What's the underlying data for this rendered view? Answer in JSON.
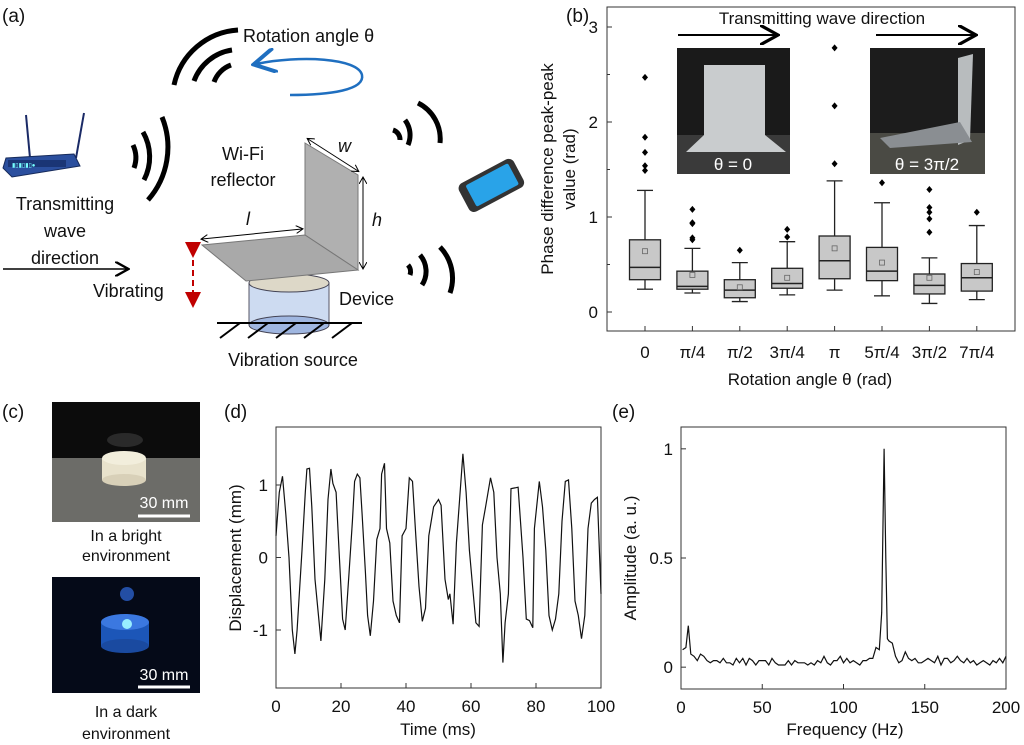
{
  "panel_labels": {
    "a": "(a)",
    "b": "(b)",
    "c": "(c)",
    "d": "(d)",
    "e": "(e)"
  },
  "schematic": {
    "rotation_label": "Rotation angle θ",
    "reflector_label_1": "Wi-Fi",
    "reflector_label_2": "reflector",
    "tx_label_1": "Transmitting",
    "tx_label_2": "wave",
    "tx_label_3": "direction",
    "vibrating_label": "Vibrating",
    "device_label": "Device",
    "source_label": "Vibration source",
    "dim_w": "w",
    "dim_h": "h",
    "dim_l": "l",
    "colors": {
      "rotation_arrow": "#1f6fc0",
      "vibrate_arrow": "#c00000",
      "reflector": "#a9a9a9",
      "cylinder": "#c8d8f0"
    }
  },
  "photos_c": {
    "scale_top": "30 mm",
    "scale_bottom": "30 mm",
    "caption_top_1": "In a bright",
    "caption_top_2": "environment",
    "caption_bottom_1": "In a dark",
    "caption_bottom_2": "environment"
  },
  "chart_data": [
    {
      "id": "b",
      "type": "box",
      "title": "",
      "annotation": "Transmitting wave direction",
      "inset_left_label": "θ = 0",
      "inset_right_label": "θ = 3π/2",
      "xlabel": "Rotation angle θ (rad)",
      "ylabel_1": "Phase difference peak-peak",
      "ylabel_2": "value  (rad)",
      "ylim": [
        -0.2,
        3.2
      ],
      "yticks": [
        "0",
        "1",
        "2",
        "3"
      ],
      "categories": [
        "0",
        "π/4",
        "π/2",
        "3π/4",
        "π",
        "5π/4",
        "3π/2",
        "7π/4"
      ],
      "boxes": [
        {
          "min": 0.24,
          "q1": 0.34,
          "median": 0.47,
          "q3": 0.76,
          "max": 1.28,
          "mean": 0.64,
          "outliers": [
            2.47,
            1.84,
            1.68,
            1.54,
            1.49
          ]
        },
        {
          "min": 0.2,
          "q1": 0.24,
          "median": 0.27,
          "q3": 0.43,
          "max": 0.67,
          "mean": 0.39,
          "outliers": [
            1.08,
            0.94,
            0.93,
            0.78,
            0.76
          ]
        },
        {
          "min": 0.11,
          "q1": 0.15,
          "median": 0.23,
          "q3": 0.34,
          "max": 0.52,
          "mean": 0.26,
          "outliers": [
            0.65
          ]
        },
        {
          "min": 0.18,
          "q1": 0.25,
          "median": 0.3,
          "q3": 0.46,
          "max": 0.74,
          "mean": 0.36,
          "outliers": [
            0.87,
            0.79
          ]
        },
        {
          "min": 0.23,
          "q1": 0.35,
          "median": 0.54,
          "q3": 0.8,
          "max": 1.38,
          "mean": 0.67,
          "outliers": [
            2.78,
            2.17,
            1.56
          ]
        },
        {
          "min": 0.17,
          "q1": 0.33,
          "median": 0.43,
          "q3": 0.68,
          "max": 1.15,
          "mean": 0.52,
          "outliers": [
            1.36
          ]
        },
        {
          "min": 0.09,
          "q1": 0.19,
          "median": 0.28,
          "q3": 0.4,
          "max": 0.57,
          "mean": 0.36,
          "outliers": [
            1.29,
            1.1,
            1.05,
            0.98,
            0.84
          ]
        },
        {
          "min": 0.13,
          "q1": 0.22,
          "median": 0.36,
          "q3": 0.51,
          "max": 0.91,
          "mean": 0.42,
          "outliers": [
            1.05
          ]
        }
      ],
      "colors": {
        "box": "#c8c8c8",
        "edge": "#222222"
      }
    },
    {
      "id": "d",
      "type": "line",
      "xlabel": "Time (ms)",
      "ylabel": "Displacement (mm)",
      "xlim": [
        0,
        100
      ],
      "ylim": [
        -1.8,
        1.8
      ],
      "xticks": [
        "0",
        "20",
        "40",
        "60",
        "80",
        "100"
      ],
      "yticks": [
        "-1",
        "0",
        "1"
      ],
      "x": [
        0,
        1,
        2,
        3,
        4,
        5,
        5.8,
        6.5,
        8,
        9,
        9.5,
        10.3,
        11,
        12,
        13.8,
        15,
        16,
        16.9,
        17.5,
        18.5,
        19.5,
        20.5,
        21.3,
        22.5,
        23.5,
        24.2,
        25,
        25.8,
        26.5,
        27.5,
        28.2,
        29,
        30,
        31,
        32,
        32.5,
        33.4,
        34,
        35,
        36,
        37,
        38,
        38.8,
        40,
        41,
        42,
        43,
        44,
        45,
        46,
        47,
        48.5,
        50,
        50.8,
        52,
        53,
        53.5,
        54.5,
        55.5,
        56.5,
        57.5,
        58.5,
        59.5,
        60.5,
        61.5,
        62.5,
        63.5,
        64.5,
        66,
        67,
        68,
        69,
        69.8,
        70.5,
        71.5,
        72.3,
        73.5,
        74.5,
        76,
        77,
        78,
        79,
        79.5,
        81,
        82,
        83,
        84,
        85,
        86,
        87,
        88,
        89,
        90,
        91,
        92,
        93,
        94,
        95,
        96,
        97,
        98,
        98.9,
        100
      ],
      "y": [
        0.3,
        0.9,
        1.12,
        0.6,
        0,
        -1.0,
        -1.33,
        -1.0,
        0.1,
        0.9,
        1.22,
        1.23,
        0.7,
        -0.3,
        -1.15,
        -0.3,
        0.8,
        1.22,
        1.02,
        0.9,
        0,
        -0.85,
        -1.0,
        -0.2,
        0.5,
        1.05,
        1.15,
        1.1,
        0.6,
        -0.2,
        -0.8,
        -1.08,
        -0.6,
        0.25,
        0.4,
        1.15,
        1.3,
        0.4,
        0.2,
        -0.6,
        -0.8,
        -0.9,
        0.3,
        0.4,
        1.1,
        1.05,
        0.3,
        -0.4,
        -0.88,
        -0.7,
        0.3,
        0.7,
        0.8,
        0.72,
        -0.3,
        -0.58,
        -0.5,
        -0.92,
        0.2,
        0.8,
        1.43,
        0.9,
        0.1,
        -0.4,
        -0.9,
        -0.95,
        0.45,
        0.7,
        1.1,
        0.9,
        0,
        -0.5,
        -1.45,
        -0.9,
        -0.5,
        0.95,
        0.96,
        0.97,
        0,
        -0.85,
        -0.87,
        -0.97,
        0.4,
        1.05,
        0.7,
        0.1,
        -0.8,
        -1.0,
        -0.85,
        -0.5,
        0.5,
        1.05,
        1.07,
        0.4,
        -0.6,
        -0.8,
        -1.12,
        -0.8,
        0.4,
        0.75,
        0.8,
        0.83,
        -0.5
      ]
    },
    {
      "id": "e",
      "type": "line",
      "xlabel": "Frequency (Hz)",
      "ylabel": "Amplitude (a. u.)",
      "xlim": [
        0,
        200
      ],
      "ylim": [
        -0.1,
        1.1
      ],
      "xticks": [
        "0",
        "50",
        "100",
        "150",
        "200"
      ],
      "yticks": [
        "0",
        "0.5",
        "1"
      ],
      "x": [
        1,
        3,
        4.5,
        6,
        8,
        10,
        12,
        14,
        16,
        18,
        20,
        22,
        24,
        26,
        28,
        30,
        32,
        34,
        36,
        38,
        40,
        42,
        44,
        46,
        48,
        50,
        52,
        54,
        56,
        58,
        60,
        62,
        64,
        66,
        68,
        70,
        72,
        74,
        76,
        78,
        80,
        82,
        84,
        86,
        88,
        90,
        92,
        94,
        96,
        98,
        100,
        102,
        104,
        106,
        108,
        110,
        112,
        114,
        116,
        118,
        120,
        122,
        123.5,
        125,
        126,
        127,
        128,
        130,
        132,
        134,
        136,
        138,
        140,
        142,
        144,
        146,
        148,
        150,
        152,
        154,
        156,
        158,
        160,
        162,
        164,
        166,
        168,
        170,
        172,
        174,
        176,
        178,
        180,
        182,
        184,
        186,
        188,
        190,
        192,
        194,
        196,
        198,
        200
      ],
      "y": [
        0.08,
        0.09,
        0.19,
        0.06,
        0.05,
        0.03,
        0.06,
        0.05,
        0.03,
        0.02,
        0.03,
        0.03,
        0.02,
        0.04,
        0.02,
        0.02,
        0.01,
        0.04,
        0.02,
        0.04,
        0.01,
        0.04,
        0.03,
        0.01,
        0.03,
        0.03,
        0.03,
        0.01,
        0.04,
        0.02,
        0.01,
        0.01,
        0.01,
        0.03,
        0.01,
        0.03,
        0.02,
        0.02,
        0.02,
        0.01,
        0.02,
        0.01,
        0.03,
        0.02,
        0.05,
        0.02,
        0.01,
        0.03,
        0.03,
        0.05,
        0.02,
        0.04,
        0.02,
        0.03,
        0.02,
        0.01,
        0.03,
        0.03,
        0.04,
        0.04,
        0.09,
        0.08,
        0.25,
        1.0,
        0.5,
        0.13,
        0.12,
        0.11,
        0.05,
        0.02,
        0.03,
        0.07,
        0.04,
        0.03,
        0.04,
        0.02,
        0.02,
        0.03,
        0.04,
        0.03,
        0.02,
        0.05,
        0.01,
        0.04,
        0.04,
        0.02,
        0.03,
        0.05,
        0.03,
        0.02,
        0.04,
        0.02,
        0.03,
        0.01,
        0.02,
        0.03,
        0.02,
        0.01,
        0.03,
        0.02,
        0.04,
        0.02,
        0.05
      ]
    }
  ]
}
